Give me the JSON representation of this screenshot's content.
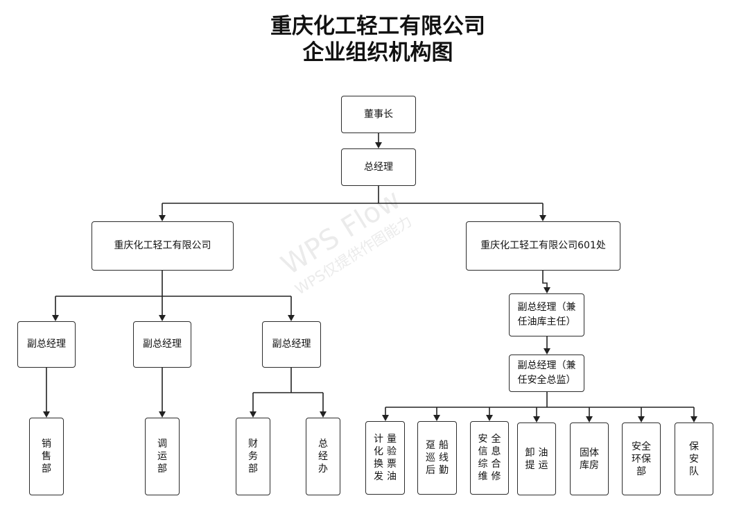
{
  "title": {
    "line1": "重庆化工轻工有限公司",
    "line2": "企业组织机构图"
  },
  "watermark": {
    "brand": "WPS Flow",
    "note": "WPS仅提供作图能力"
  },
  "nodes": {
    "chairman": {
      "lines": [
        "董事长"
      ]
    },
    "general_manager": {
      "lines": [
        "总经理"
      ]
    },
    "company": {
      "lines": [
        "重庆化工轻工有限公司"
      ]
    },
    "branch_601": {
      "lines": [
        "重庆化工轻工有限公司601处"
      ]
    },
    "deputy_gm_1": {
      "lines": [
        "副总经理"
      ]
    },
    "deputy_gm_2": {
      "lines": [
        "副总经理"
      ]
    },
    "deputy_gm_3": {
      "lines": [
        "副总经理"
      ]
    },
    "sales_dept": {
      "lines": [
        "销",
        "售",
        "部"
      ]
    },
    "dispatch_dept": {
      "lines": [
        "调",
        "运",
        "部"
      ]
    },
    "finance_dept": {
      "lines": [
        "财",
        "务",
        "部"
      ]
    },
    "general_office": {
      "lines": [
        "总",
        "经",
        "办"
      ]
    },
    "deputy_gm_depot": {
      "lines": [
        "副总经理（兼",
        "任油库主任）"
      ]
    },
    "deputy_gm_safety": {
      "lines": [
        "副总经理（兼",
        "任安全总监）"
      ]
    },
    "metering": {
      "lines": [
        "计量",
        "化验",
        "换票",
        "发油"
      ]
    },
    "barge_patrol": {
      "lines": [
        "趸船",
        "巡线",
        "后勤"
      ]
    },
    "safety_info": {
      "lines": [
        "安全",
        "信息",
        "综合",
        "维修"
      ]
    },
    "unload_transport": {
      "lines": [
        "卸油",
        "提运"
      ]
    },
    "solid_warehouse": {
      "lines": [
        "固体",
        "库房"
      ]
    },
    "safety_env_dept": {
      "lines": [
        "安全",
        "环保",
        "部"
      ]
    },
    "security_team": {
      "lines": [
        "保",
        "安",
        "队"
      ]
    }
  }
}
